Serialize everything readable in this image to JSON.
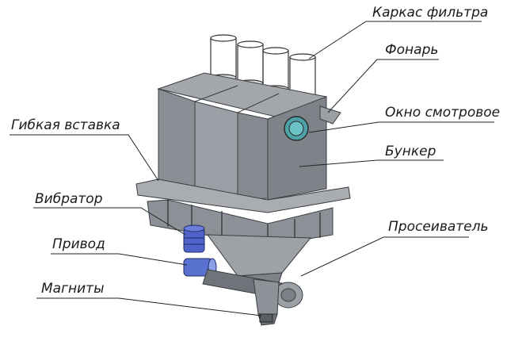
{
  "labels": {
    "karkas_filtra": "Каркас фильтра",
    "fonar": "Фонарь",
    "okno_smotrovoe": "Окно смотровое",
    "bunker": "Бункер",
    "gibkaya_vstavka": "Гибкая вставка",
    "vibrator": "Вибратор",
    "privod": "Привод",
    "prosevatel": "Просеиватель",
    "magnity": "Магниты"
  },
  "colors": {
    "body": "#8f949a",
    "body_dark": "#6f747a",
    "body_light": "#b4b8bd",
    "motor": "#4f63c9",
    "motor_dark": "#2f3f94",
    "window": "#4fa3a8",
    "line": "#222222"
  }
}
